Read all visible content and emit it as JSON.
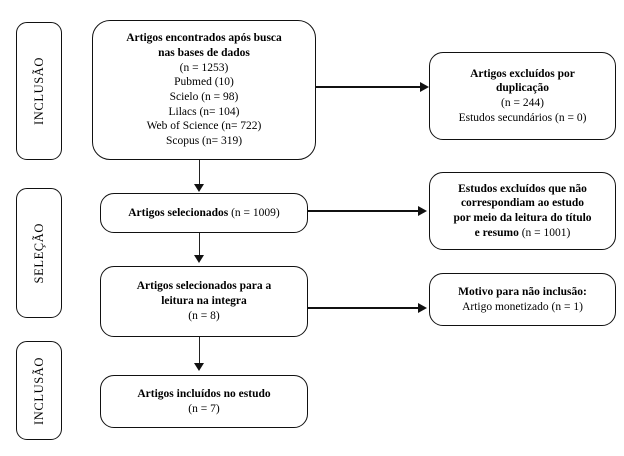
{
  "diagram": {
    "title": "Fluxograma PRISMA de selecao de artigos",
    "type": "prisma-flow-diagram",
    "colors": {
      "background": "#ffffff",
      "stroke": "#111111",
      "text": "#000000"
    }
  },
  "stages": [
    {
      "id": "stage-inclusao-1",
      "label": "INCLUSÃO"
    },
    {
      "id": "stage-selecao",
      "label": "SELEÇÃO"
    },
    {
      "id": "stage-inclusao-2",
      "label": "INCLUSÃO"
    }
  ],
  "boxes": {
    "identified": {
      "id": "box-artigos-encontrados",
      "bold_lines": [
        "Artigos encontrados após busca",
        "nas bases de dados"
      ],
      "lines": [
        "(n = 1253)",
        "Pubmed (10)",
        "Scielo (n = 98)",
        "Lilacs (n= 104)",
        "Web of Science (n= 722)",
        "Scopus (n= 319)"
      ]
    },
    "duplicates_excluded": {
      "id": "box-excluidos-duplicacao",
      "bold_lines": [
        "Artigos excluídos por",
        "duplicação"
      ],
      "lines": [
        "(n = 244)",
        "Estudos secundários (n = 0)"
      ]
    },
    "selected": {
      "id": "box-artigos-selecionados",
      "bold_text": "Artigos selecionados",
      "plain_text": " (n = 1009)"
    },
    "title_abstract_excluded": {
      "id": "box-excluidos-titulo-resumo",
      "bold_lines": [
        "Estudos excluídos que não",
        "correspondiam ao estudo",
        "por meio da leitura do título"
      ],
      "last_bold": "e resumo",
      "last_plain": " (n = 1001)"
    },
    "full_text": {
      "id": "box-leitura-integra",
      "bold_lines": [
        "Artigos selecionados para a",
        "leitura na integra"
      ],
      "lines": [
        "(n = 8)"
      ]
    },
    "not_included_reason": {
      "id": "box-motivo-nao-inclusao",
      "bold_lines": [
        "Motivo para não inclusão:"
      ],
      "lines": [
        "Artigo monetizado (n = 1)"
      ]
    },
    "included": {
      "id": "box-artigos-incluidos",
      "bold_lines": [
        "Artigos incluídos no estudo"
      ],
      "lines": [
        "(n = 7)"
      ]
    }
  },
  "chart_data": {
    "type": "table",
    "title": "Fluxo PRISMA — contagens de artigos",
    "categories": [
      "Artigos encontrados após busca nas bases de dados",
      "Pubmed",
      "Scielo",
      "Lilacs",
      "Web of Science",
      "Scopus",
      "Artigos excluídos por duplicação",
      "Estudos secundários",
      "Artigos selecionados",
      "Estudos excluídos que não correspondiam ao estudo por meio da leitura do título e resumo",
      "Artigos selecionados para a leitura na integra",
      "Artigo monetizado (motivo para não inclusão)",
      "Artigos incluídos no estudo"
    ],
    "values": [
      1253,
      10,
      98,
      104,
      722,
      319,
      244,
      0,
      1009,
      1001,
      8,
      1,
      7
    ]
  }
}
